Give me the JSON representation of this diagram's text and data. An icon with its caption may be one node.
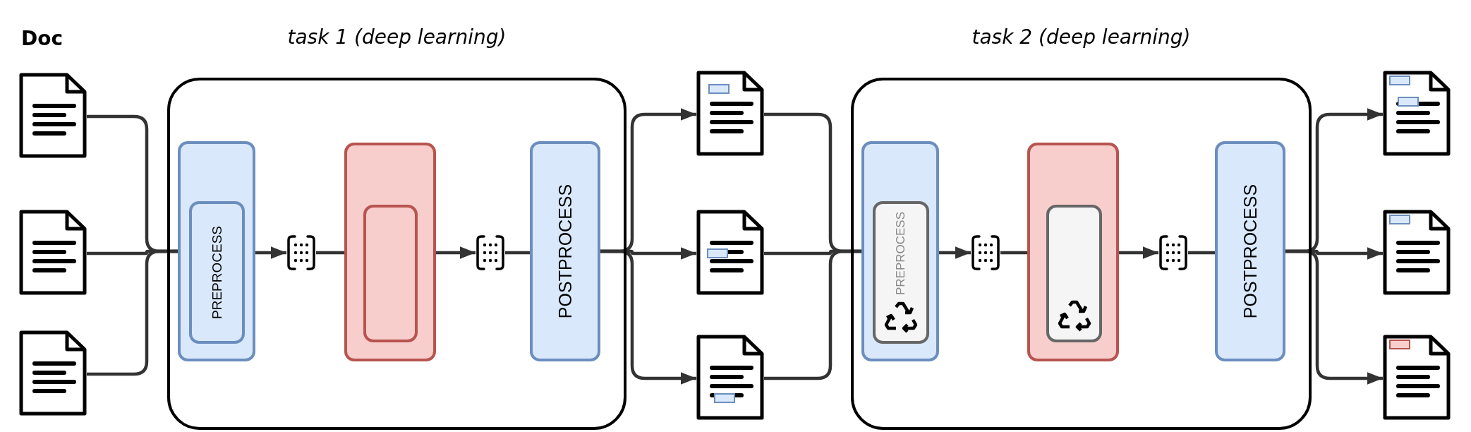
{
  "diagram": {
    "nodes": [
      {
        "text": [],
        "shape": "picture"
      },
      {
        "text": [],
        "shape": "picture"
      },
      {
        "text": [],
        "shape": "picture"
      },
      {
        "text": [
          "task 1 (deep learning)"
        ]
      },
      {
        "text": [],
        "shape": "box",
        "in": 3
      },
      {
        "text": [
          "PREPROCESS"
        ],
        "in": 4
      },
      {
        "text": [],
        "shape": "picture",
        "in": 3
      },
      {
        "text": [],
        "shape": "box",
        "in": 3
      },
      {
        "text": [],
        "shape": "box",
        "in": 7
      },
      {
        "text": [],
        "shape": "picture",
        "in": 3
      },
      {
        "text": [
          "POSTPROCESS"
        ],
        "in": 3
      },
      {
        "text": [],
        "shape": "picture"
      },
      {
        "text": [],
        "shape": "picture"
      },
      {
        "text": [],
        "shape": "picture"
      },
      {
        "text": [
          "task 2 (deep learning)"
        ]
      },
      {
        "text": [],
        "shape": "box",
        "in": 14
      },
      {
        "text": [
          "PREPROCESS"
        ],
        "in": 15
      },
      {
        "text": [],
        "shape": "picture",
        "in": 14
      },
      {
        "text": [],
        "shape": "box",
        "in": 14
      },
      {
        "text": [],
        "shape": "box",
        "in": 18
      },
      {
        "text": [],
        "shape": "picture",
        "in": 14
      },
      {
        "text": [
          "POSTPROCESS"
        ],
        "in": 14
      },
      {
        "text": [],
        "shape": "picture"
      },
      {
        "text": [],
        "shape": "picture"
      },
      {
        "text": [],
        "shape": "picture"
      }
    ],
    "edges": [
      {
        "from": 0,
        "to": 4,
        "arrow": "none"
      },
      {
        "from": 1,
        "to": 4,
        "arrow": "none"
      },
      {
        "from": 2,
        "to": 4,
        "arrow": "none"
      },
      {
        "from": 5,
        "to": 6,
        "arrow": "to"
      },
      {
        "from": 6,
        "to": 8,
        "arrow": "none"
      },
      {
        "from": 8,
        "to": 9,
        "arrow": "to"
      },
      {
        "from": 9,
        "to": 10,
        "arrow": "none"
      },
      {
        "from": 10,
        "to": 11,
        "arrow": "to"
      },
      {
        "from": 10,
        "to": 12,
        "arrow": "to"
      },
      {
        "from": 10,
        "to": 13,
        "arrow": "to"
      },
      {
        "from": 11,
        "to": 15,
        "arrow": "none"
      },
      {
        "from": 12,
        "to": 15,
        "arrow": "none"
      },
      {
        "from": 13,
        "to": 15,
        "arrow": "none"
      },
      {
        "from": 16,
        "to": 17,
        "arrow": "to"
      },
      {
        "from": 17,
        "to": 19,
        "arrow": "none"
      },
      {
        "from": 19,
        "to": 20,
        "arrow": "to"
      },
      {
        "from": 20,
        "to": 21,
        "arrow": "none"
      },
      {
        "from": 21,
        "to": 22,
        "arrow": "to"
      },
      {
        "from": 21,
        "to": 23,
        "arrow": "to"
      },
      {
        "from": 21,
        "to": 24,
        "arrow": "to"
      }
    ],
    "labels": [
      "Doc"
    ]
  }
}
